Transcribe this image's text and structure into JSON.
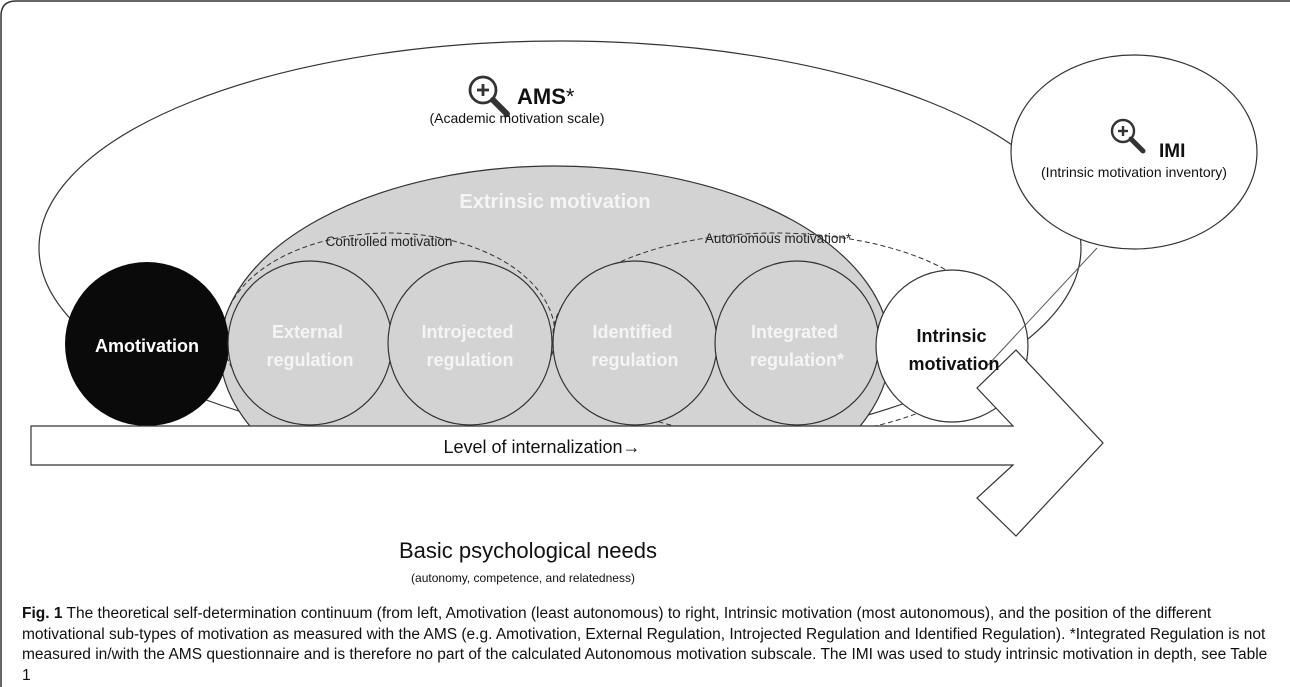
{
  "colors": {
    "frame": "#333333",
    "black_circle": "#0a0a0a",
    "grey_fill": "#d3d3d3",
    "grey_text": "#f5f5f5"
  },
  "ams": {
    "icon": "magnifier-plus-icon",
    "title": "AMS",
    "star": "*",
    "subtitle": "(Academic motivation scale)"
  },
  "imi": {
    "icon": "magnifier-plus-icon",
    "title": "IMI",
    "subtitle": "(Intrinsic motivation inventory)"
  },
  "extrinsic": {
    "title": "Extrinsic motivation",
    "controlled": "Controlled motivation",
    "autonomous": "Autonomous motivation*"
  },
  "circles": {
    "amotivation": [
      "Amotivation"
    ],
    "external": [
      "External",
      "regulation"
    ],
    "introjected": [
      "Introjected",
      "regulation"
    ],
    "identified": [
      "Identified",
      "regulation"
    ],
    "integrated": [
      "Integrated",
      "regulation*"
    ],
    "intrinsic": [
      "Intrinsic",
      "motivation"
    ]
  },
  "arrow": {
    "label": "Level of internalization→"
  },
  "needs": {
    "title": "Basic psychological needs",
    "subtitle": "(autonomy, competence, and relatedness)"
  },
  "caption": {
    "label": "Fig. 1",
    "text": "The theoretical self-determination continuum (from left, Amotivation (least autonomous) to right, Intrinsic motivation (most autonomous), and the position of the different motivational sub-types of motivation as measured with the AMS (e.g. Amotivation, External Regulation, Introjected Regulation and Identified Regulation). *Integrated Regulation is not measured in/with the AMS questionnaire and is therefore no part of the calculated Autonomous motivation subscale. The IMI was used to study intrinsic motivation in depth, see Table 1"
  }
}
